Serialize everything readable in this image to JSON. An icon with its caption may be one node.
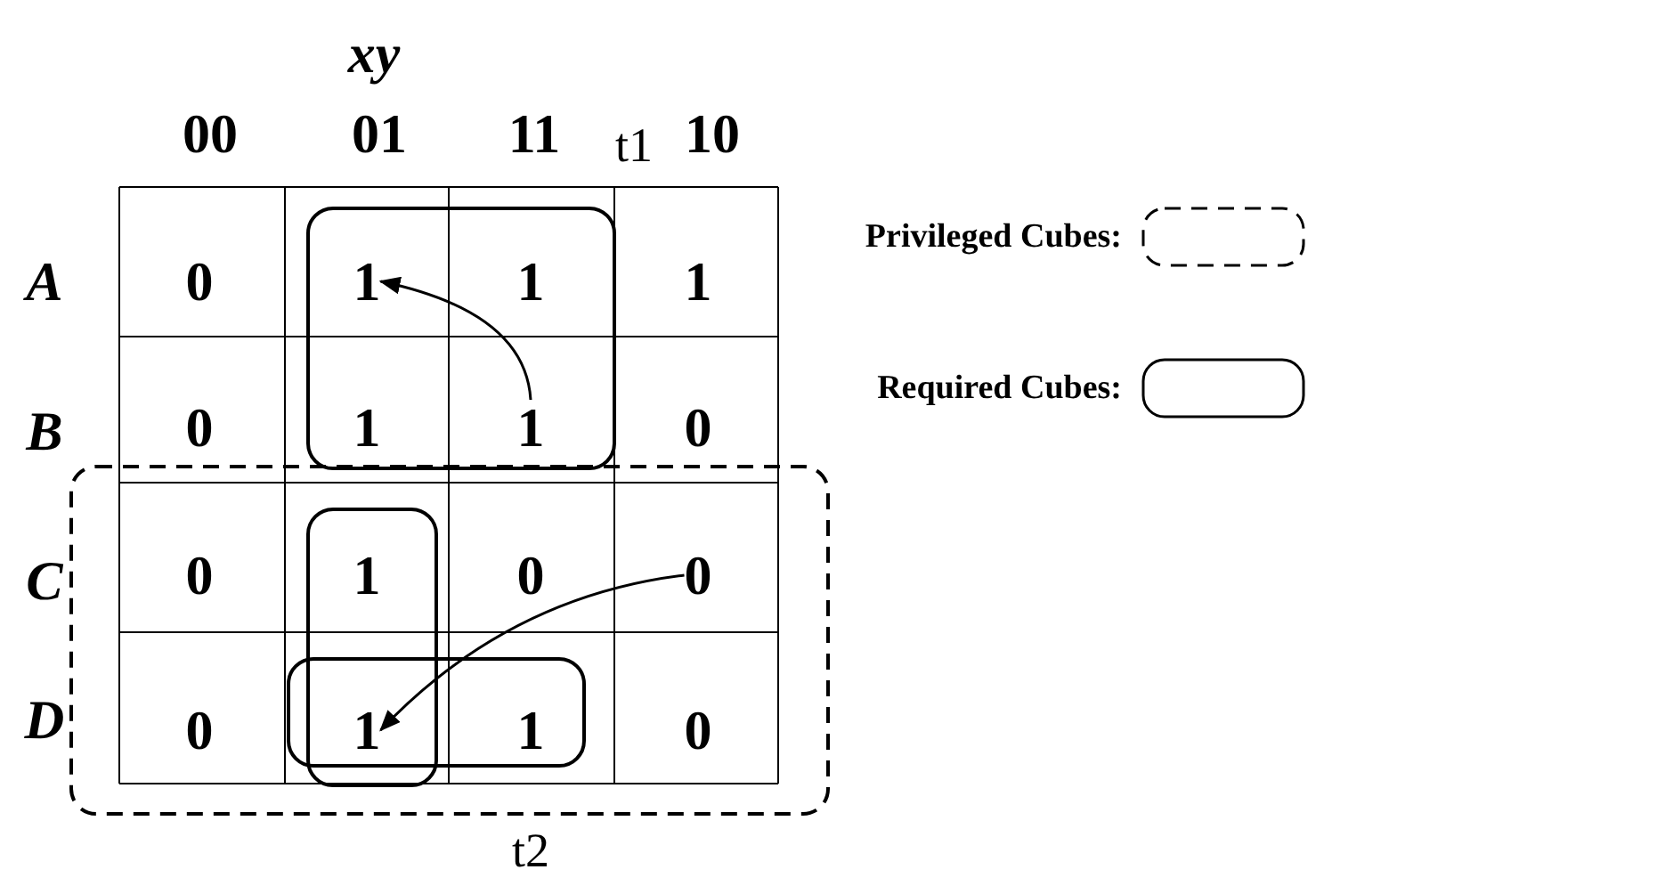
{
  "diagram": {
    "nodes": [
      {
        "text": [
          "1"
        ]
      },
      {
        "text": [
          "1"
        ]
      },
      {
        "text": [
          "0"
        ]
      },
      {
        "text": [
          "1"
        ]
      }
    ],
    "edges": [
      {
        "from": 1,
        "to": 0,
        "arrow": "to"
      },
      {
        "from": 2,
        "to": 3,
        "arrow": "to"
      }
    ],
    "labels": [
      "xy",
      "00",
      "01",
      "11",
      "t1",
      "10",
      "A",
      "0",
      "1",
      "1",
      "B",
      "0",
      "1",
      "0",
      "C",
      "0",
      "1",
      "0",
      "D",
      "0",
      "1",
      "0",
      "t2"
    ],
    "legend": [
      {
        "text": "Privileged Cubes:"
      },
      {
        "text": "Required Cubes:"
      }
    ]
  }
}
